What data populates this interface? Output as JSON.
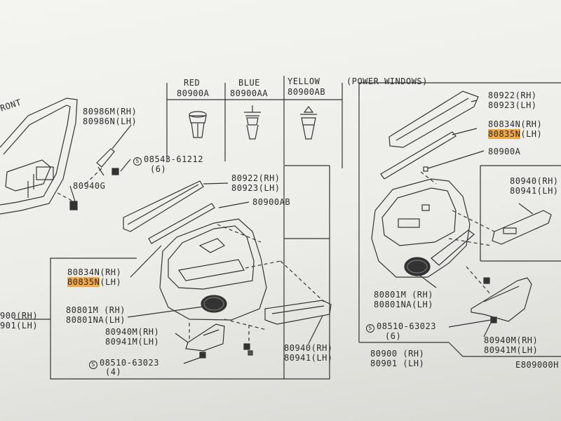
{
  "header": {
    "front_label": "RONT",
    "power_windows": "(POWER WINDOWS)",
    "image_code": "E809000H"
  },
  "clips": {
    "red": {
      "color_name": "RED",
      "part": "80900A"
    },
    "blue": {
      "color_name": "BLUE",
      "part": "80900AA"
    },
    "yellow": {
      "color_name": "YELLOW",
      "part": "80900AB"
    }
  },
  "left": {
    "p80986": [
      "80986M(RH)",
      "80986N(LH)"
    ],
    "p80940G": "80940G",
    "screw1": {
      "symbol": "S",
      "part": "08543-61212",
      "qty": "(6)"
    },
    "p80922": [
      "80922(RH)",
      "80923(LH)"
    ],
    "p80900AB": "80900AB",
    "p80834": [
      "80834N(RH)"
    ],
    "p80835": {
      "code": "80835N",
      "side": "(LH)"
    },
    "p80900": [
      "900(RH)",
      "901(LH)"
    ],
    "p80801": [
      "80801M (RH)",
      "80801NA(LH)"
    ],
    "p80940M": [
      "80940M(RH)",
      "80941M(LH)"
    ],
    "screw2": {
      "symbol": "S",
      "part": "08510-63023",
      "qty": "(4)"
    },
    "p80940": [
      "80940(RH)",
      "80941(LH)"
    ]
  },
  "right": {
    "p80922": [
      "80922(RH)",
      "80923(LH)"
    ],
    "p80834": [
      "80834N(RH)"
    ],
    "p80835": {
      "code": "80835N",
      "side": "(LH)"
    },
    "p80900A": "80900A",
    "p80940": [
      "80940(RH)",
      "80941(LH)"
    ],
    "p80801": [
      "80801M  (RH)",
      "80801NA(LH)"
    ],
    "screw": {
      "symbol": "S",
      "part": "08510-63023",
      "qty": "(6)"
    },
    "p80940M": [
      "80940M(RH)",
      "80941M(LH)"
    ],
    "p80900": [
      "80900 (RH)",
      "80901 (LH)"
    ]
  }
}
